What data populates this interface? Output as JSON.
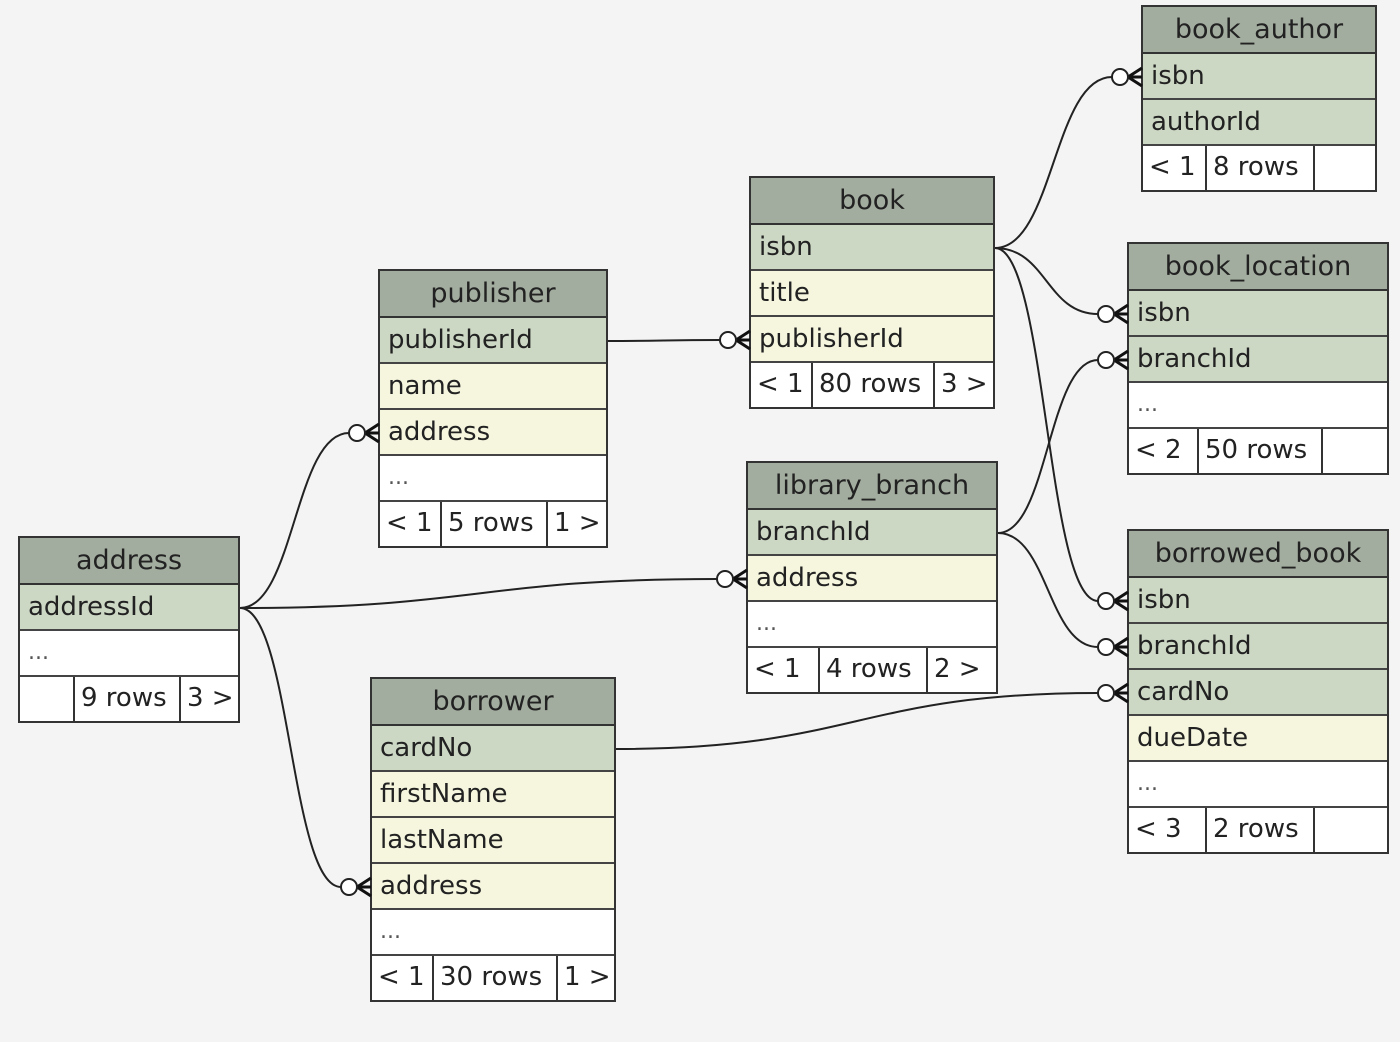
{
  "tables": {
    "address": {
      "title": "address",
      "rows": [
        {
          "label": "addressId",
          "kind": "key"
        },
        {
          "label": "...",
          "kind": "more"
        }
      ],
      "footer": {
        "prev": "",
        "count": "9 rows",
        "next": "3 >"
      }
    },
    "publisher": {
      "title": "publisher",
      "rows": [
        {
          "label": "publisherId",
          "kind": "key"
        },
        {
          "label": "name",
          "kind": "col"
        },
        {
          "label": "address",
          "kind": "col"
        },
        {
          "label": "...",
          "kind": "more"
        }
      ],
      "footer": {
        "prev": "< 1",
        "count": "5 rows",
        "next": "1 >"
      }
    },
    "book": {
      "title": "book",
      "rows": [
        {
          "label": "isbn",
          "kind": "key"
        },
        {
          "label": "title",
          "kind": "col"
        },
        {
          "label": "publisherId",
          "kind": "col"
        }
      ],
      "footer": {
        "prev": "< 1",
        "count": "80 rows",
        "next": "3 >"
      }
    },
    "library_branch": {
      "title": "library_branch",
      "rows": [
        {
          "label": "branchId",
          "kind": "key"
        },
        {
          "label": "address",
          "kind": "col"
        },
        {
          "label": "...",
          "kind": "more"
        }
      ],
      "footer": {
        "prev": "< 1",
        "count": "4 rows",
        "next": "2 >"
      }
    },
    "borrower": {
      "title": "borrower",
      "rows": [
        {
          "label": "cardNo",
          "kind": "key"
        },
        {
          "label": "firstName",
          "kind": "col"
        },
        {
          "label": "lastName",
          "kind": "col"
        },
        {
          "label": "address",
          "kind": "col"
        },
        {
          "label": "...",
          "kind": "more"
        }
      ],
      "footer": {
        "prev": "< 1",
        "count": "30 rows",
        "next": "1 >"
      }
    },
    "book_author": {
      "title": "book_author",
      "rows": [
        {
          "label": "isbn",
          "kind": "key"
        },
        {
          "label": "authorId",
          "kind": "key"
        }
      ],
      "footer": {
        "prev": "< 1",
        "count": "8 rows",
        "next": ""
      }
    },
    "book_location": {
      "title": "book_location",
      "rows": [
        {
          "label": "isbn",
          "kind": "key"
        },
        {
          "label": "branchId",
          "kind": "key"
        },
        {
          "label": "...",
          "kind": "more"
        }
      ],
      "footer": {
        "prev": "< 2",
        "count": "50 rows",
        "next": ""
      }
    },
    "borrowed_book": {
      "title": "borrowed_book",
      "rows": [
        {
          "label": "isbn",
          "kind": "key"
        },
        {
          "label": "branchId",
          "kind": "key"
        },
        {
          "label": "cardNo",
          "kind": "key"
        },
        {
          "label": "dueDate",
          "kind": "col"
        },
        {
          "label": "...",
          "kind": "more"
        }
      ],
      "footer": {
        "prev": "< 3",
        "count": "2 rows",
        "next": ""
      }
    }
  },
  "relationships": [
    {
      "from": "address.addressId",
      "to": "publisher.address"
    },
    {
      "from": "address.addressId",
      "to": "library_branch.address"
    },
    {
      "from": "address.addressId",
      "to": "borrower.address"
    },
    {
      "from": "publisher.publisherId",
      "to": "book.publisherId"
    },
    {
      "from": "book.isbn",
      "to": "book_author.isbn"
    },
    {
      "from": "book.isbn",
      "to": "book_location.isbn"
    },
    {
      "from": "book.isbn",
      "to": "borrowed_book.isbn"
    },
    {
      "from": "library_branch.branchId",
      "to": "book_location.branchId"
    },
    {
      "from": "library_branch.branchId",
      "to": "borrowed_book.branchId"
    },
    {
      "from": "borrower.cardNo",
      "to": "borrowed_book.cardNo"
    }
  ],
  "colors": {
    "header": "#a3ad9f",
    "key_row": "#ccd7c4",
    "column_row": "#f6f6df",
    "background": "#f4f4f4",
    "border": "#333333"
  },
  "icons": {
    "relationship_end": "crows-foot-zero-or-many"
  }
}
